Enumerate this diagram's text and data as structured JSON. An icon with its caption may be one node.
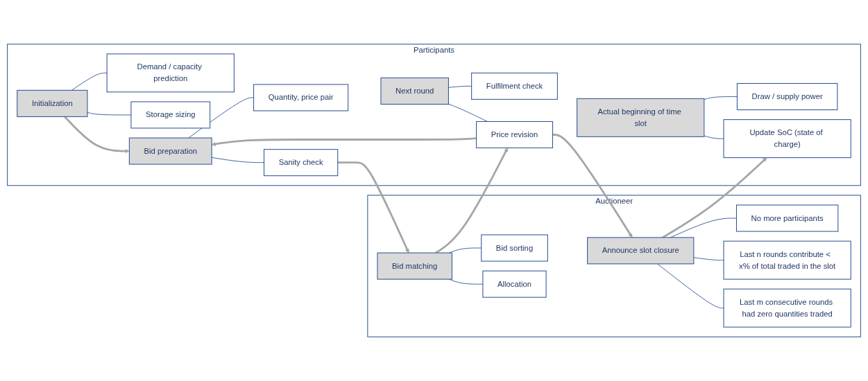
{
  "diagram": {
    "nodes": [
      {
        "text": [
          "Participants"
        ]
      },
      {
        "text": [
          "Initialization"
        ],
        "in": 0
      },
      {
        "text": [
          "Demand / capacity prediction"
        ],
        "in": 0
      },
      {
        "text": [
          "Storage sizing"
        ],
        "in": 0
      },
      {
        "text": [
          "Bid preparation"
        ],
        "in": 0
      },
      {
        "text": [
          "Quantity, price pair"
        ],
        "in": 0
      },
      {
        "text": [
          "Sanity check"
        ],
        "in": 0
      },
      {
        "text": [
          "Next round"
        ],
        "in": 0
      },
      {
        "text": [
          "Fulfilment check"
        ],
        "in": 0
      },
      {
        "text": [
          "Price revision"
        ],
        "in": 0
      },
      {
        "text": [
          "Actual beginning of time slot"
        ],
        "in": 0
      },
      {
        "text": [
          "Draw / supply power"
        ],
        "in": 0
      },
      {
        "text": [
          "Update SoC (state of charge)"
        ],
        "in": 0
      },
      {
        "text": [
          "Auctioneer"
        ]
      },
      {
        "text": [
          "Bid matching"
        ],
        "in": 13
      },
      {
        "text": [
          "Bid sorting"
        ],
        "in": 13
      },
      {
        "text": [
          "Allocation"
        ],
        "in": 13
      },
      {
        "text": [
          "Announce slot closure"
        ],
        "in": 13
      },
      {
        "text": [
          "No more participants"
        ],
        "in": 13
      },
      {
        "text": [
          "Last n rounds contribute <  x% of total traded in the slot"
        ],
        "in": 13
      },
      {
        "text": [
          "Last m consecutive rounds had zero quantities traded"
        ],
        "in": 13
      }
    ],
    "edges": [
      {
        "from": 1,
        "to": 2,
        "arrow": "none"
      },
      {
        "from": 1,
        "to": 3,
        "arrow": "none"
      },
      {
        "from": 1,
        "to": 4,
        "arrow": "to",
        "style": "thick",
        "color": "#a6a6a6"
      },
      {
        "from": 4,
        "to": 5,
        "arrow": "none"
      },
      {
        "from": 4,
        "to": 6,
        "arrow": "none"
      },
      {
        "from": 7,
        "to": 8,
        "arrow": "none"
      },
      {
        "from": 7,
        "to": 9,
        "arrow": "none"
      },
      {
        "from": 9,
        "to": 4,
        "arrow": "to",
        "style": "thick",
        "color": "#a6a6a6"
      },
      {
        "from": 10,
        "to": 11,
        "arrow": "none"
      },
      {
        "from": 10,
        "to": 12,
        "arrow": "none"
      },
      {
        "from": 6,
        "to": 14,
        "arrow": "to",
        "style": "thick",
        "color": "#a6a6a6"
      },
      {
        "from": 14,
        "to": 15,
        "arrow": "none"
      },
      {
        "from": 14,
        "to": 16,
        "arrow": "none"
      },
      {
        "from": 14,
        "to": 9,
        "arrow": "to",
        "style": "thick",
        "color": "#a6a6a6"
      },
      {
        "from": 9,
        "to": 17,
        "arrow": "to",
        "style": "thick",
        "color": "#a6a6a6"
      },
      {
        "from": 17,
        "to": 18,
        "arrow": "none"
      },
      {
        "from": 17,
        "to": 19,
        "arrow": "none"
      },
      {
        "from": 17,
        "to": 20,
        "arrow": "none"
      },
      {
        "from": 17,
        "to": 12,
        "arrow": "to",
        "style": "thick",
        "color": "#a6a6a6"
      }
    ]
  }
}
